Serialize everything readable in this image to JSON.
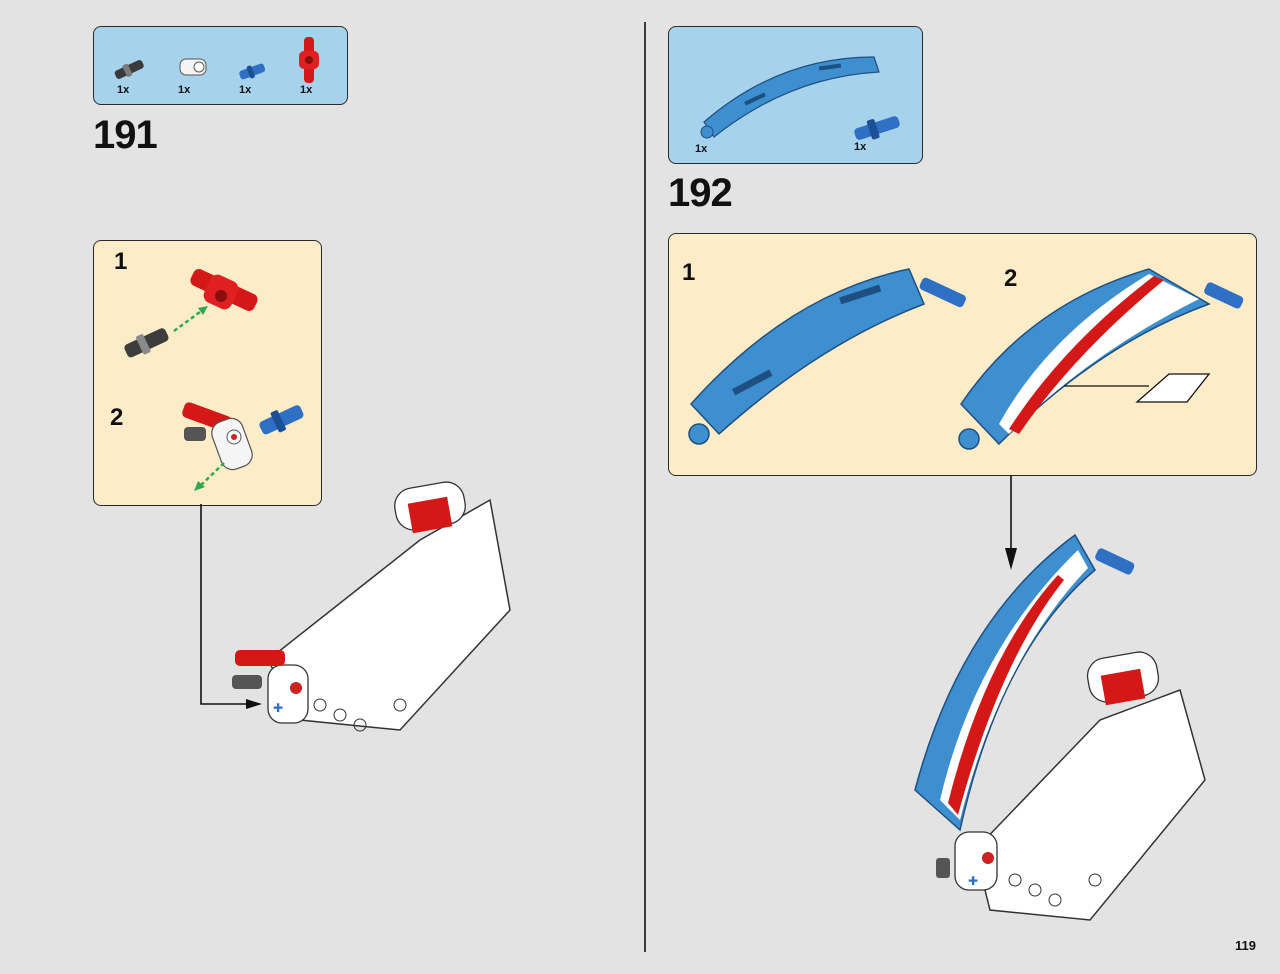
{
  "page": {
    "number": "119"
  },
  "step191": {
    "number": "191",
    "parts": [
      {
        "qty": "1x",
        "icon": "black-axle-pin-icon"
      },
      {
        "qty": "1x",
        "icon": "white-connector-icon"
      },
      {
        "qty": "1x",
        "icon": "blue-axle-pin-icon"
      },
      {
        "qty": "1x",
        "icon": "red-axle-connector-icon"
      }
    ],
    "substeps": [
      {
        "label": "1"
      },
      {
        "label": "2"
      }
    ]
  },
  "step192": {
    "number": "192",
    "parts": [
      {
        "qty": "1x",
        "icon": "blue-curved-panel-icon"
      },
      {
        "qty": "1x",
        "icon": "blue-axle-pin-icon"
      }
    ],
    "substeps": [
      {
        "label": "1"
      },
      {
        "label": "2"
      }
    ]
  },
  "colors": {
    "background": "#e3e3e3",
    "parts_box": "#a6d2ec",
    "substep_box": "#fdecc8",
    "brick_blue": "#3d8fd0",
    "brick_red": "#d41818",
    "arrow_green": "#2fa84f"
  }
}
